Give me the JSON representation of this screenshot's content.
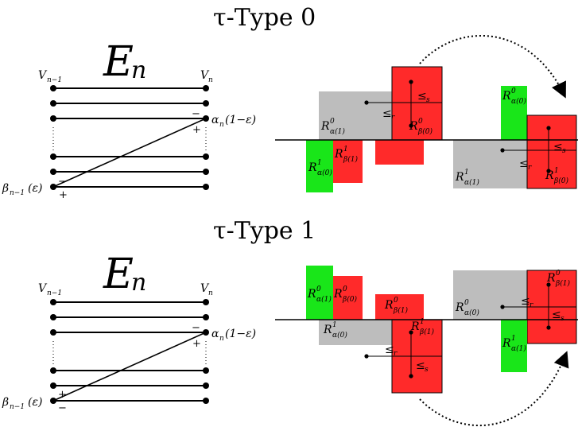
{
  "titles": {
    "type0": "τ-Type 0",
    "type1": "τ-Type 1"
  },
  "graph": {
    "En_letter": "E",
    "En_sub": "n",
    "v_left": "V",
    "v_left_sub": "n−1",
    "v_right": "V",
    "v_right_sub": "n",
    "alpha": "α",
    "alpha_sub": "n",
    "alpha_arg": "(1−ε)",
    "beta": "β",
    "beta_sub": "n−1",
    "beta_arg": "(ε)",
    "plus": "+",
    "minus": "−"
  },
  "rects": {
    "type0": {
      "R": "R",
      "top_gray": {
        "sup": "0",
        "sub": "α(1)"
      },
      "top_red": {
        "sup": "0",
        "sub": "β(0)"
      },
      "bot_green": {
        "sup": "1",
        "sub": "α(0)"
      },
      "bot_red": {
        "sup": "1",
        "sub": "β(1)"
      },
      "right_green": {
        "sup": "0",
        "sub": "α(0)"
      },
      "right_gray": {
        "sup": "1",
        "sub": "α(1)"
      },
      "right_red": {
        "sup": "1",
        "sub": "β(0)"
      },
      "le_r": "≤",
      "le_r_sub": "r",
      "le_s": "≤",
      "le_s_sub": "s"
    },
    "type1": {
      "R": "R",
      "green": {
        "sup": "0",
        "sub": "α(1)"
      },
      "red_small": {
        "sup": "0",
        "sub": "β(0)"
      },
      "mid_red_top": {
        "sup": "0",
        "sub": "β(1)"
      },
      "mid_red_bot": {
        "sup": "1",
        "sub": "β(1)"
      },
      "gray_bot": {
        "sup": "1",
        "sub": "α(0)"
      },
      "right_gray": {
        "sup": "0",
        "sub": "α(0)"
      },
      "right_red": {
        "sup": "0",
        "sub": "β(1)"
      },
      "right_green": {
        "sup": "1",
        "sub": "α(1)"
      },
      "le_r": "≤",
      "le_r_sub": "r",
      "le_s": "≤",
      "le_s_sub": "s"
    }
  },
  "colors": {
    "gray": "#bdbdbd",
    "red": "#ff2a2a",
    "green": "#19e619",
    "black": "#000000"
  }
}
